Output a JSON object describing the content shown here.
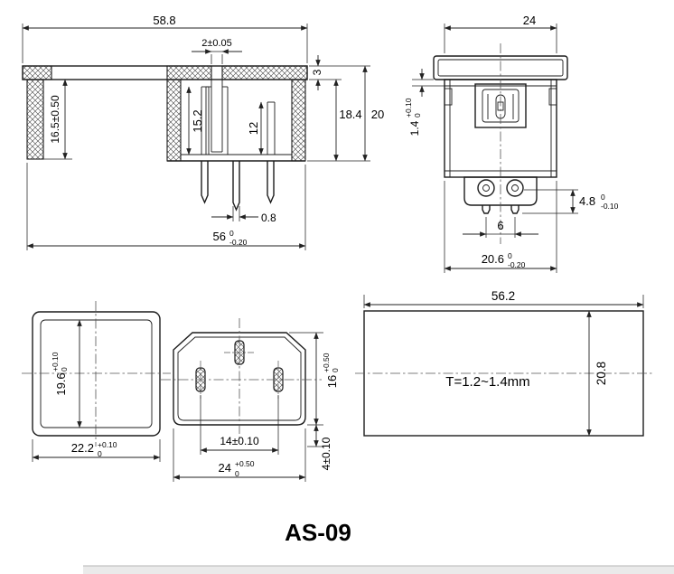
{
  "title": "AS-09",
  "colors": {
    "line": "#1c1c1c",
    "background": "#ffffff",
    "footer_strip": "#eaeaea"
  },
  "views": {
    "side_section": {
      "dims": {
        "overall_width": "58.8",
        "slot": "2±0.05",
        "side_height": "16.5±0.50",
        "cavity_depth": "15.2",
        "contact_depth": "12",
        "flange_thickness": "3",
        "body_height": "18.4",
        "total_height": "20",
        "pin_thickness": "0.8",
        "base_width": "56",
        "base_width_tol_upper": "0",
        "base_width_tol_lower": "-0.20"
      }
    },
    "front": {
      "dims": {
        "body_width": "24",
        "lip": "1.4",
        "lip_tol_upper": "+0.10",
        "lip_tol_lower": "0",
        "terminal_length": "4.8",
        "terminal_tol_upper": "0",
        "terminal_tol_lower": "-0.10",
        "terminal_pitch": "6",
        "body_depth": "20.6",
        "body_depth_tol_upper": "0",
        "body_depth_tol_lower": "-0.20"
      }
    },
    "cutout": {
      "dims": {
        "height": "19.6",
        "height_tol_upper": "+0.10",
        "height_tol_lower": "0",
        "width": "22.2",
        "width_tol_upper": "+0.10",
        "width_tol_lower": "0"
      }
    },
    "face": {
      "dims": {
        "pin_pitch": "14±0.10",
        "width": "24",
        "width_tol_upper": "+0.50",
        "width_tol_lower": "0",
        "height": "16",
        "height_tol_upper": "+0.50",
        "height_tol_lower": "0",
        "pin_offset": "4±0.10"
      }
    },
    "panel": {
      "dims": {
        "width": "56.2",
        "thickness": "20.8"
      },
      "note": "T=1.2~1.4mm"
    }
  }
}
